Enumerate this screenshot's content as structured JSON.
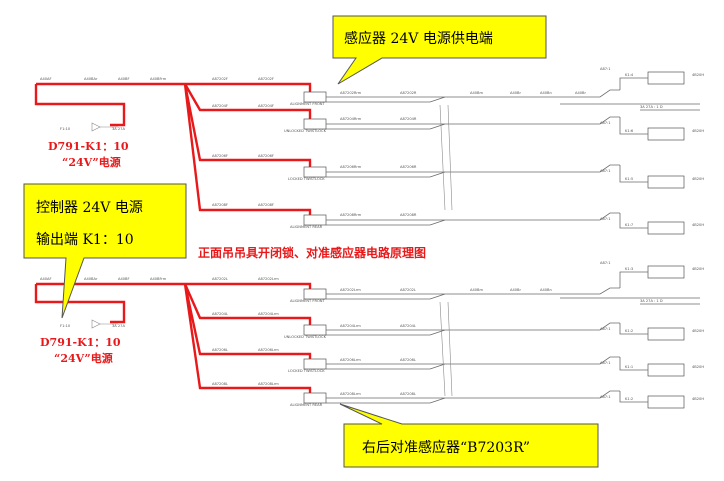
{
  "title": "正面吊吊具开闭锁、对准感应器电路原理图",
  "callouts": {
    "top": "感应器 24V 电源供电端",
    "left_line1": "控制器 24V 电源",
    "left_line2": "输出端 K1：10",
    "bottom": "右后对准感应器“B7203R”"
  },
  "source_labels": {
    "upper_line1": "D791-K1：10",
    "upper_line2": "“24V”电源",
    "lower_line1": "D791-K1：10",
    "lower_line2": "“24V”电源"
  },
  "colors": {
    "red": "#e8191a",
    "callout_fill": "#ffff00",
    "wire": "#6b6b6b"
  }
}
